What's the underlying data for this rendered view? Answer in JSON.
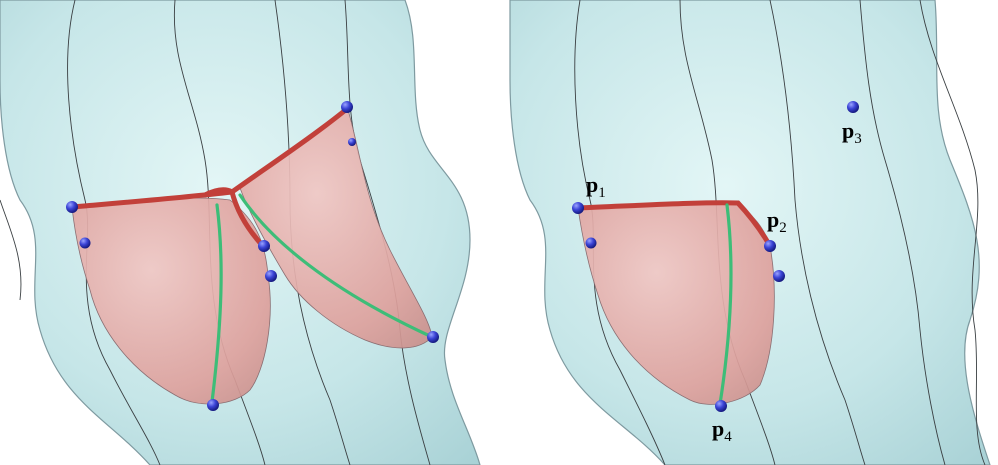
{
  "figure": {
    "left_panel": {
      "description_markers": 8
    },
    "right_panel": {
      "labels": [
        {
          "id": "p1",
          "base": "p",
          "sub": "1"
        },
        {
          "id": "p2",
          "base": "p",
          "sub": "2"
        },
        {
          "id": "p3",
          "base": "p",
          "sub": "3"
        },
        {
          "id": "p4",
          "base": "p",
          "sub": "4"
        }
      ]
    },
    "colors": {
      "body_fill": "#c9e9ea",
      "body_outline": "#7e9aa0",
      "contour_lines": "#3a3f42",
      "surface_fill": "#e2a6a3",
      "red_curve": "#c2403a",
      "green_curve": "#3dbd78",
      "marker": "#2e37c7"
    }
  }
}
